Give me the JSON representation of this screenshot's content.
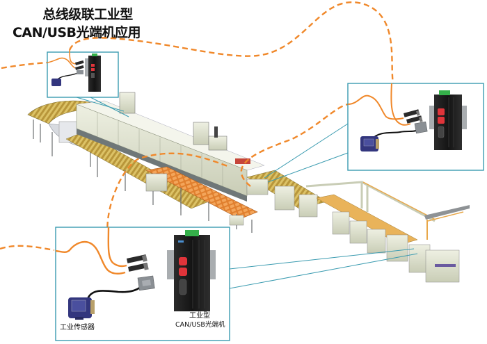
{
  "title": {
    "line1": "总线级联工业型",
    "line2": "CAN/USB光端机应用"
  },
  "callouts": {
    "bottom": {
      "sensor_label": "工业传感器",
      "converter_label_line1": "工业型",
      "converter_label_line2": "CAN/USB光端机"
    }
  },
  "colors": {
    "fiber_orange": "#f0882a",
    "callout_border": "#3a9bb0",
    "device_black": "#1c1c1c",
    "port_red": "#e0343a",
    "terminal_green": "#35b04a",
    "sensor_blue": "#33367e",
    "machine_cream": "#dfe3cf",
    "conveyor_orange": "#e8893a",
    "conveyor_yellow": "#c9a640"
  },
  "icons": {
    "converter": "fiber-converter-icon",
    "sensor": "industrial-sensor-icon",
    "fiber_connector": "st-fiber-connector-icon",
    "db9_connector": "db9-connector-icon"
  }
}
